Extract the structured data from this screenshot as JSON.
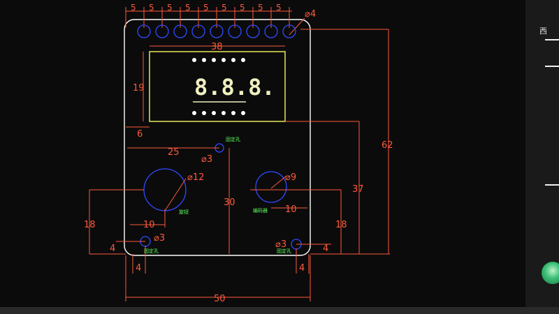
{
  "drawing": {
    "colors": {
      "background": "#0b0b0c",
      "outline": "#ffffff",
      "display_frame": "#e8e85a",
      "dimension": "#ff5a3a",
      "holes": "#2f4bff",
      "notes": "#5cff5c"
    },
    "top_pitch_labels": [
      "5",
      "5",
      "5",
      "5",
      "5",
      "5",
      "5",
      "5",
      "5"
    ],
    "top_hole_dia": "⌀4",
    "display_width": "38",
    "display_height": "19",
    "display_offset": "6",
    "digits": "8.8.8.",
    "dim_25": "25",
    "small_hole_dia": "⌀3",
    "fix_hole_note": "固定孔",
    "knob_dia": "⌀12",
    "knob_note": "旋钮",
    "knob_offset": "10",
    "encoder_dia": "⌀9",
    "encoder_note": "编码器",
    "encoder_offset": "10",
    "dim_30": "30",
    "dim_37": "37",
    "dim_62": "62",
    "left_18": "18",
    "right_18": "18",
    "left_hole_dia": "⌀3",
    "right_hole_dia": "⌀3",
    "left_4_h": "4",
    "left_4_v": "4",
    "right_4_h": "4",
    "right_4_v": "4",
    "width_50": "50"
  },
  "sidebar": {
    "char": "西",
    "icon": "green-circle-icon"
  }
}
